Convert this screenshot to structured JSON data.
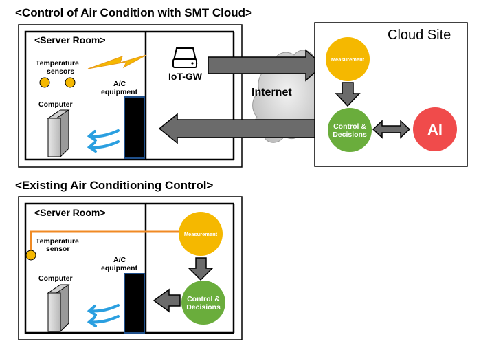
{
  "colors": {
    "measurement": "#f5b800",
    "control": "#6aad3c",
    "ai": "#f04b4b",
    "sensor_wire": "#f08a24",
    "arrow_fill": "#6b6b6b",
    "airflow": "#2a9fe0",
    "lightning": "#f2b43a"
  },
  "top": {
    "title": "<Control of Air Condition with SMT Cloud>",
    "server_room": "<Server Room>",
    "temperature_sensors_line1": "Temperature",
    "temperature_sensors_line2": "sensors",
    "ac_line1": "A/C",
    "ac_line2": "equipment",
    "computer": "Computer",
    "iot_gw": "IoT-GW",
    "internet": "Internet",
    "cloud_site": "Cloud Site",
    "measurement": "Measurement",
    "control_line1": "Control &",
    "control_line2": "Decisions",
    "ai": "AI"
  },
  "bottom": {
    "title": "<Existing Air Conditioning Control>",
    "server_room": "<Server Room>",
    "temperature_sensor_line1": "Temperature",
    "temperature_sensor_line2": "sensor",
    "ac_line1": "A/C",
    "ac_line2": "equipment",
    "computer": "Computer",
    "measurement": "Measurement",
    "control_line1": "Control &",
    "control_line2": "Decisions"
  }
}
